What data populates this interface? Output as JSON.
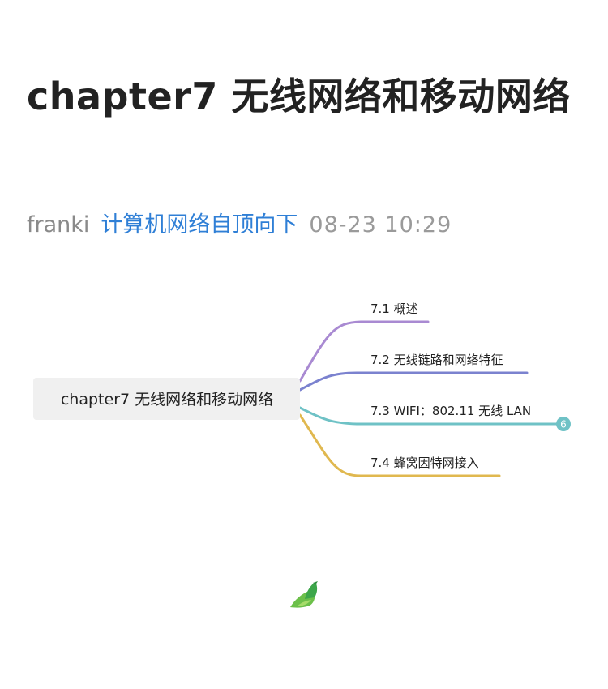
{
  "article": {
    "title": "chapter7 无线网络和移动网络",
    "author": "franki",
    "category": "计算机网络自顶向下",
    "datetime": "08-23 10:29"
  },
  "mindmap": {
    "root": "chapter7 无线网络和移动网络",
    "branches": [
      {
        "label": "7.1 概述",
        "color": "#a98ad2"
      },
      {
        "label": "7.2 无线链路和网络特征",
        "color": "#7b82cf"
      },
      {
        "label": "7.3 WIFI：802.11 无线 LAN",
        "color": "#6fc2c6",
        "badge": "6"
      },
      {
        "label": "7.4 蜂窝因特网接入",
        "color": "#e0b84f"
      }
    ]
  },
  "icons": {
    "logo": "bird-logo-icon"
  }
}
